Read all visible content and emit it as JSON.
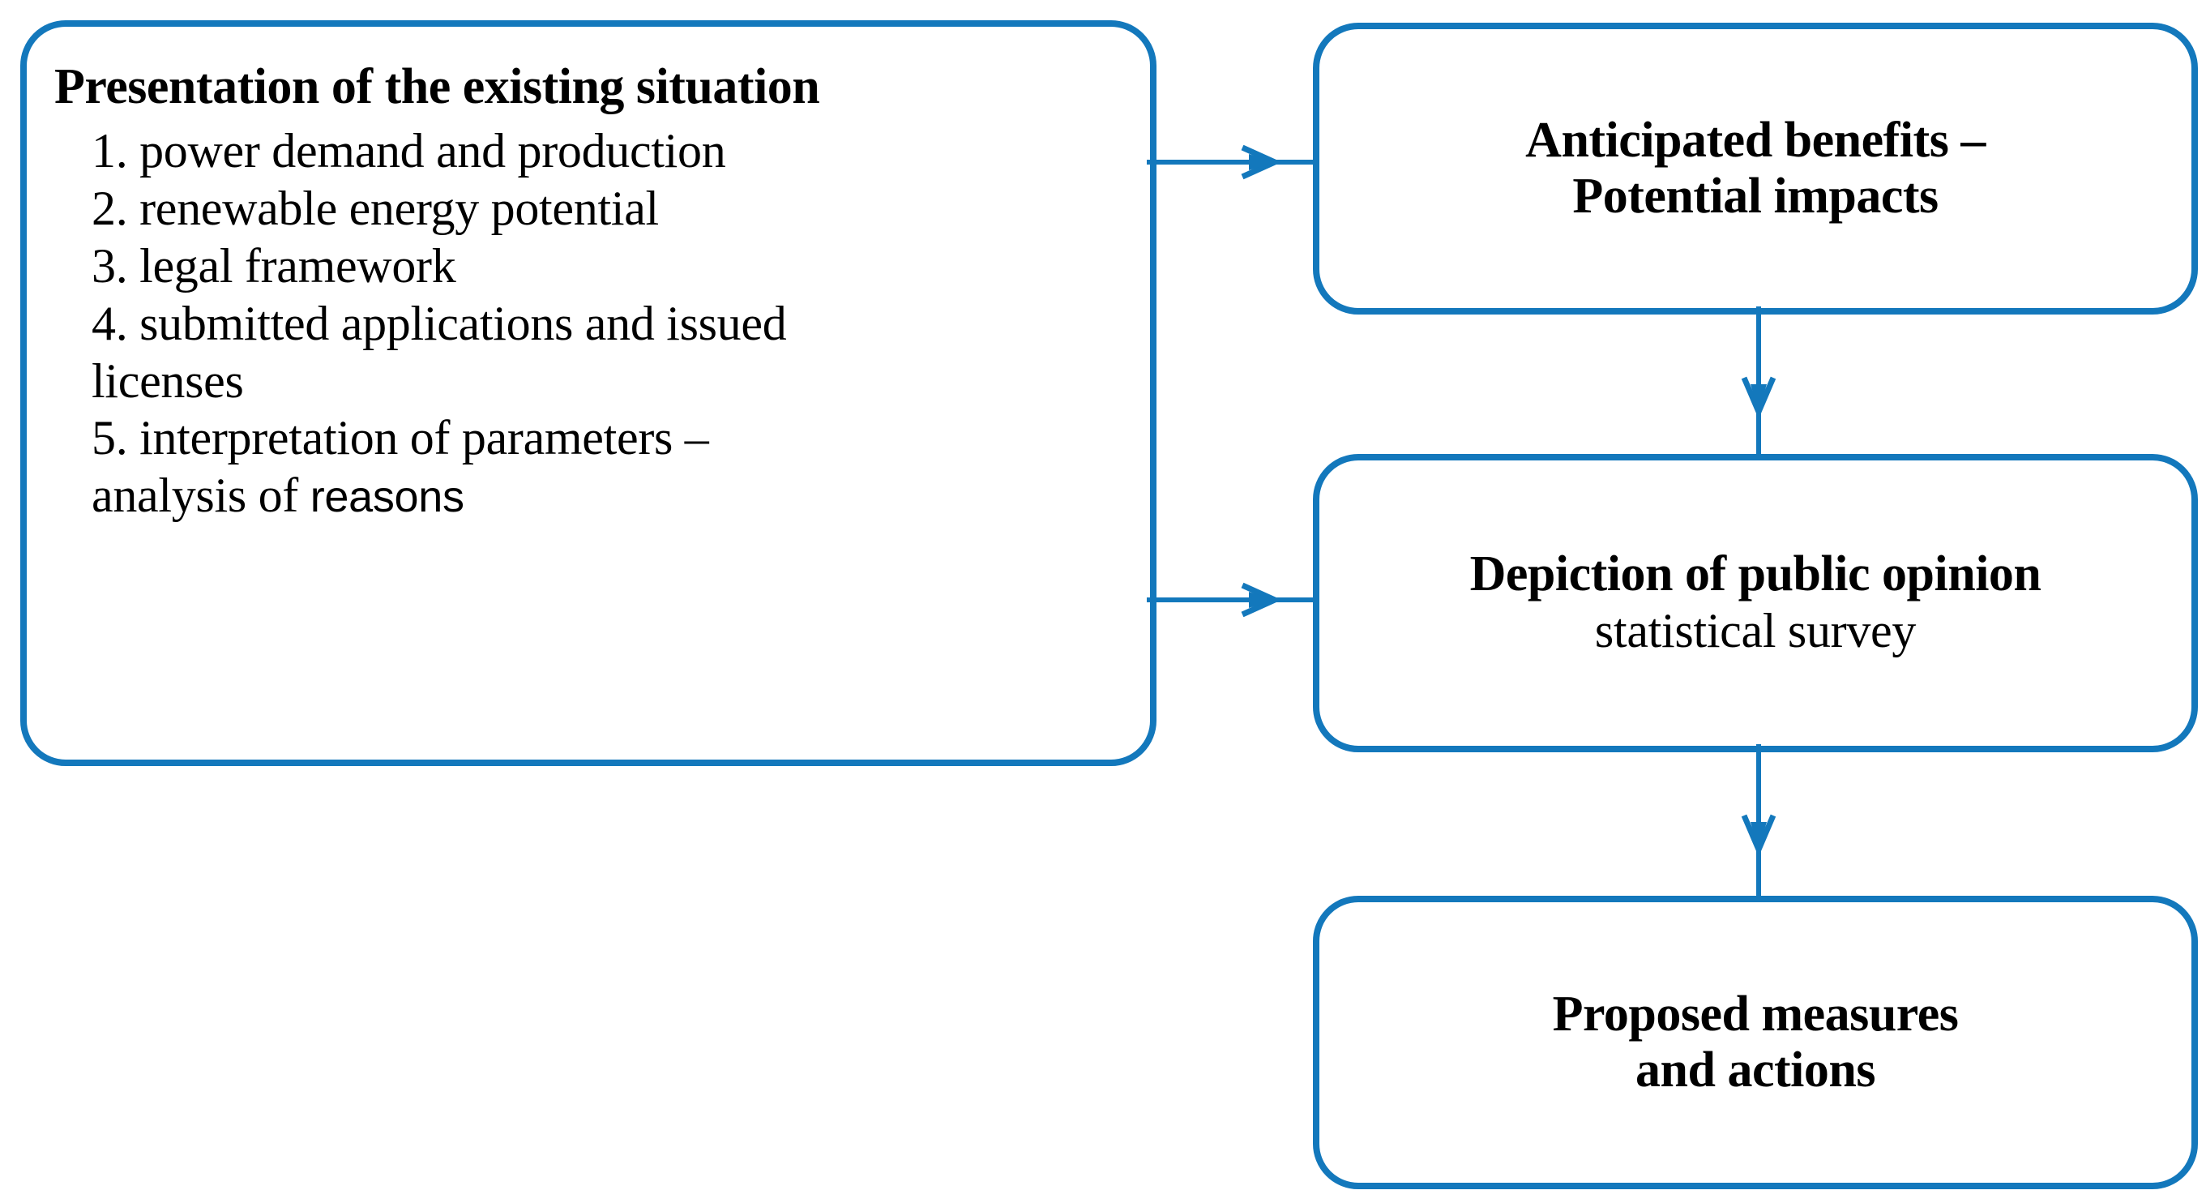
{
  "diagram": {
    "type": "flowchart",
    "accent_color": "#1378BC",
    "text_color": "#000000",
    "background_color": "#FFFFFF",
    "nodes": [
      {
        "id": "presentation",
        "title": "Presentation of the existing situation",
        "steps": [
          "1. power demand and production",
          "2. renewable energy potential",
          "3. legal framework",
          "4. submitted applications and issued licenses",
          "5. interpretation of parameters – analysis of reasons"
        ],
        "step_lines": [
          "1. power demand and production",
          "2. renewable energy potential",
          "3. legal framework",
          "4. submitted applications and issued",
          "licenses",
          "5. interpretation of parameters –",
          "analysis of ",
          "reasons"
        ]
      },
      {
        "id": "benefits",
        "line1": "Anticipated benefits –",
        "line2": "Potential impacts"
      },
      {
        "id": "opinion",
        "line1": "Depiction of public opinion",
        "line2": "statistical survey"
      },
      {
        "id": "measures",
        "line1": "Proposed measures",
        "line2": "and actions"
      }
    ],
    "edges": [
      {
        "from": "presentation",
        "to": "benefits",
        "direction": "right"
      },
      {
        "from": "presentation",
        "to": "opinion",
        "direction": "right"
      },
      {
        "from": "benefits",
        "to": "opinion",
        "direction": "down"
      },
      {
        "from": "opinion",
        "to": "measures",
        "direction": "down"
      }
    ]
  }
}
